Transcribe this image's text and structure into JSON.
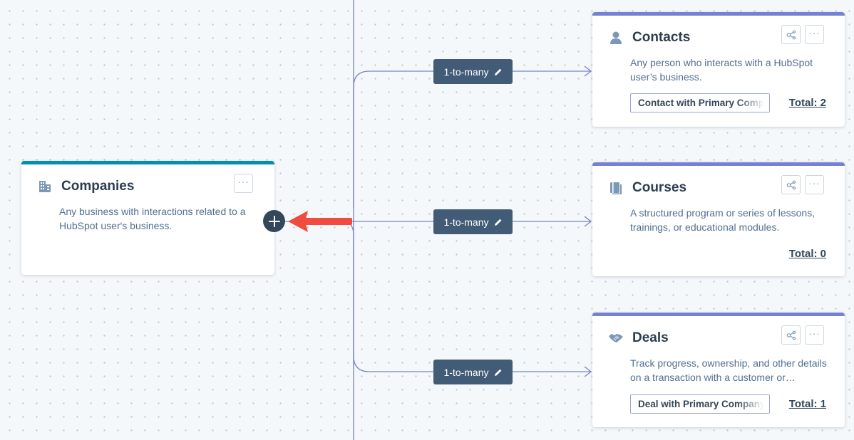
{
  "colors": {
    "canvas": "#f5f8fa",
    "connector": "#7584c8",
    "companies_accent": "#0091ae",
    "object_accent": "#7582d4",
    "pill_bg": "#425b76",
    "annotation_arrow": "#ef4b3f"
  },
  "companies": {
    "icon": "building-icon",
    "title": "Companies",
    "description": "Any business with interactions related to a HubSpot user's business."
  },
  "objects": [
    {
      "icon": "person-icon",
      "title": "Contacts",
      "description": "Any person who interacts with a HubSpot user’s business.",
      "association_label": "Contact with Primary Company",
      "total": "Total: 2"
    },
    {
      "icon": "book-icon",
      "title": "Courses",
      "description": "A structured program or series of lessons, trainings, or educational modules.",
      "association_label": "",
      "total": "Total: 0"
    },
    {
      "icon": "handshake-icon",
      "title": "Deals",
      "description": "Track progress, ownership, and other details on a transaction with a customer or…",
      "association_label": "Deal with Primary Company",
      "total": "Total: 1"
    }
  ],
  "connections": [
    {
      "label": "1-to-many"
    },
    {
      "label": "1-to-many"
    },
    {
      "label": "1-to-many"
    }
  ]
}
